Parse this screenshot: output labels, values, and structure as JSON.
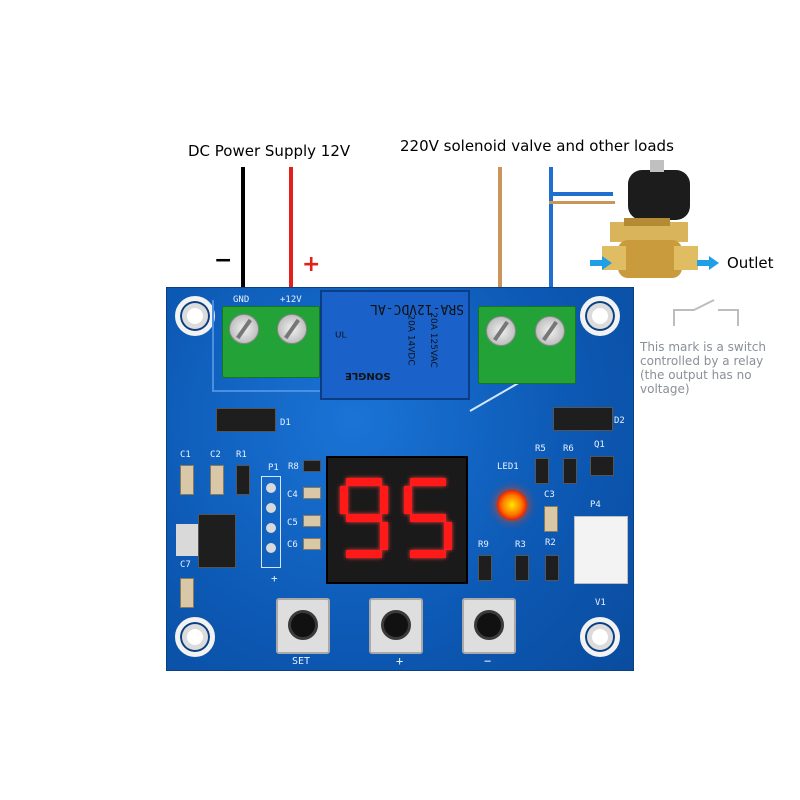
{
  "labels": {
    "dc_power": "DC Power Supply 12V",
    "load": "220V solenoid valve and other loads",
    "minus": "−",
    "plus": "+",
    "outlet": "Outlet",
    "note": "This mark is a switch controlled by a relay (the output has no voltage)"
  },
  "board": {
    "gnd": "GND",
    "v12": "+12V",
    "relay_model": "SRA-12VDC-AL",
    "relay_rating1": "20A 14VDC",
    "relay_rating2": "20A 125VAC",
    "relay_brand": "SONGLE",
    "d1": "D1",
    "d2": "D2",
    "c1": "C1",
    "c2": "C2",
    "r1": "R1",
    "p1": "P1",
    "r8": "R8",
    "c4": "C4",
    "c5": "C5",
    "c6": "C6",
    "c7": "C7",
    "plus_pin": "+",
    "led1": "LED1",
    "r5": "R5",
    "r6": "R6",
    "q1": "Q1",
    "c3": "C3",
    "p4": "P4",
    "r9": "R9",
    "r3": "R3",
    "r2": "R2",
    "v1": "V1",
    "set": "SET",
    "btn_plus": "+",
    "btn_minus": "−",
    "display_value": "95"
  },
  "colors": {
    "pcb": "#0d5fbf",
    "terminal": "#23a237",
    "wire_negative": "#000000",
    "wire_positive": "#e3201b",
    "wire_load_brown": "#c9955a",
    "wire_load_blue": "#1f6fd0",
    "segment_red": "#ff1a1a",
    "arrow_blue": "#1e9fe6"
  }
}
